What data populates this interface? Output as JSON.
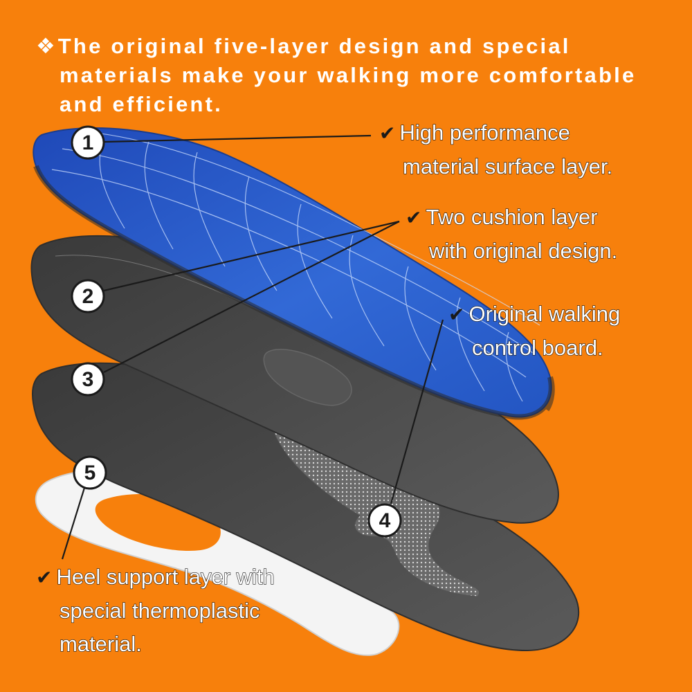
{
  "headline": {
    "mark": "❖",
    "lines": [
      "The original five-layer design and special",
      "materials make your walking more comfortable",
      "and efficient."
    ]
  },
  "callouts": [
    {
      "check": "✔",
      "lines": [
        "High performance",
        "material surface layer."
      ]
    },
    {
      "check": "✔",
      "lines": [
        "Two cushion layer",
        "with original design."
      ]
    },
    {
      "check": "✔",
      "lines": [
        "Original walking",
        "control board."
      ]
    },
    {
      "check": "✔",
      "lines": [
        "Heel support layer with",
        "special thermoplastic",
        "material."
      ]
    }
  ],
  "badges": [
    "1",
    "2",
    "3",
    "4",
    "5"
  ],
  "colors": {
    "background": "#f7800c",
    "surface_blue": "#2a5fc9",
    "cushion_gray": "#4a4a4a",
    "heel_white": "#f4f4f4",
    "line": "#1a1a1a"
  }
}
